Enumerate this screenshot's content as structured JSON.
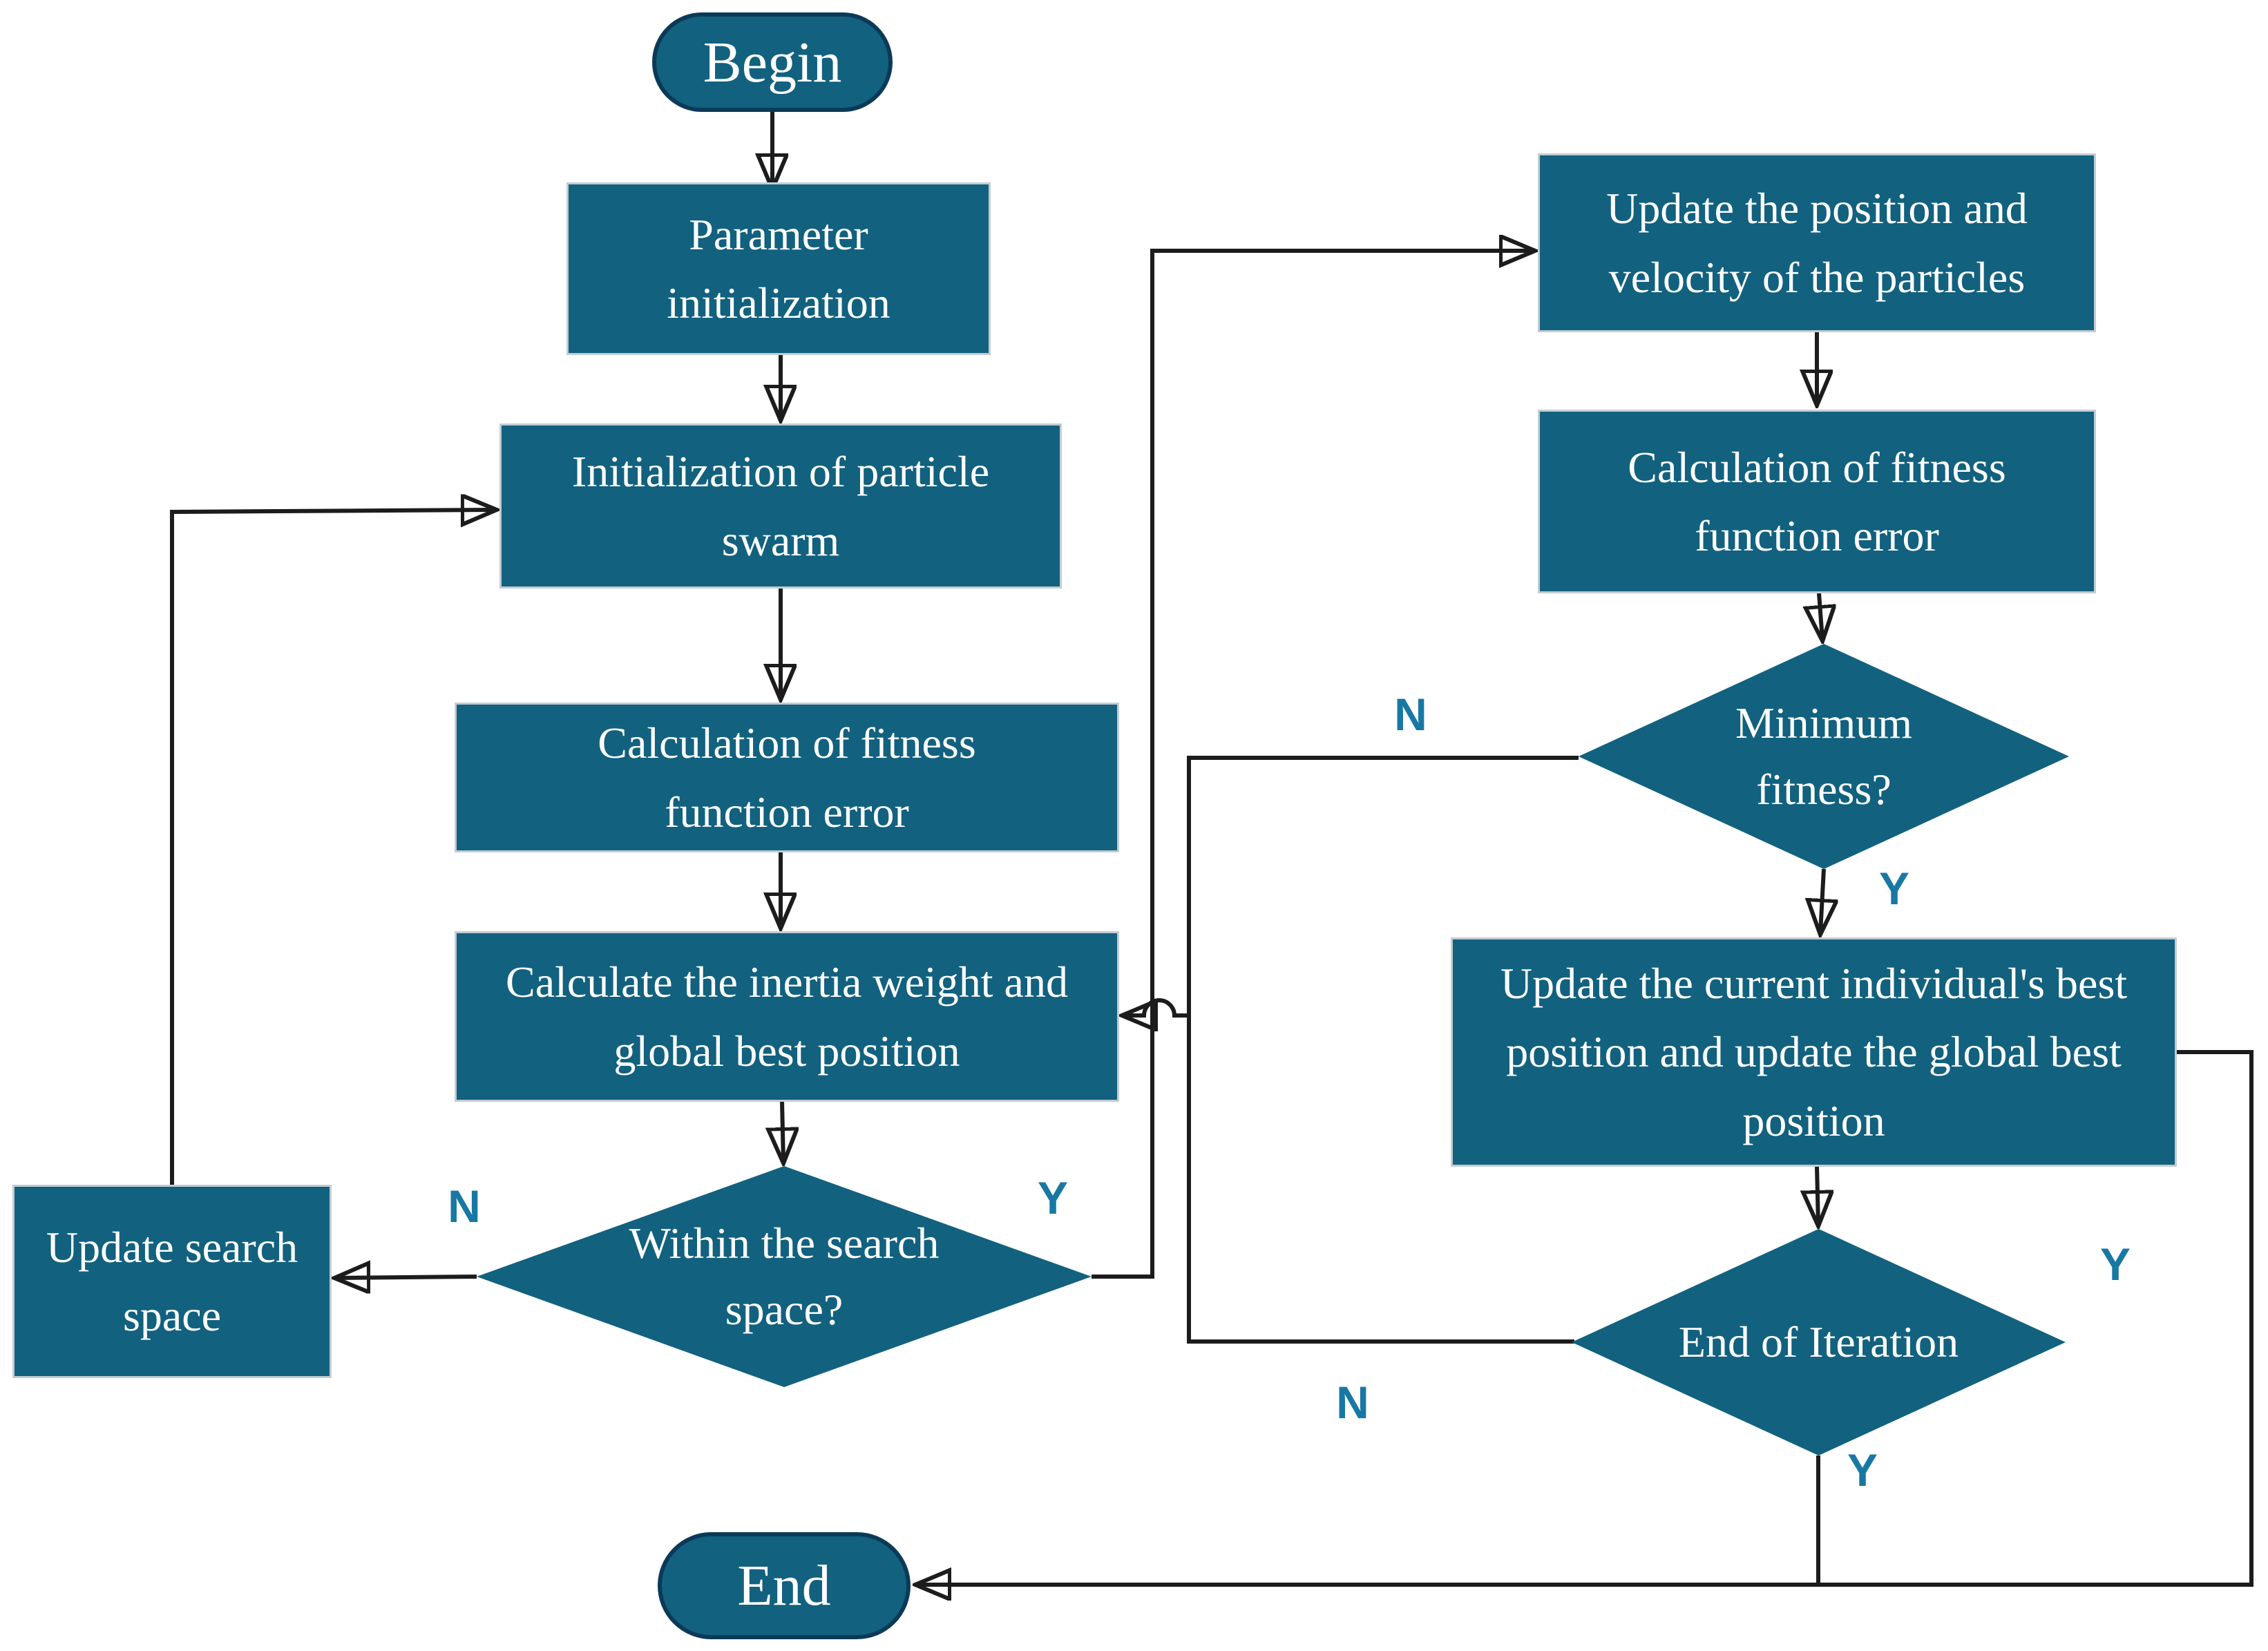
{
  "figure": {
    "type": "flowchart",
    "description": "Particle swarm optimization algorithm flowchart"
  },
  "colors": {
    "node_fill": "#12617F",
    "terminal_border": "#0b3a58",
    "rect_border": "#c3cdd2",
    "node_text": "#ffffff",
    "connector_line": "#1c1c1c",
    "branch_label": "#1878A4",
    "background": "#ffffff"
  },
  "nodes": {
    "begin": {
      "label": "Begin"
    },
    "param_init": {
      "label": "Parameter initialization"
    },
    "init_swarm": {
      "label": "Initialization of particle swarm"
    },
    "calc_fitness_left": {
      "label": "Calculation of fitness function error"
    },
    "calc_inertia": {
      "label": "Calculate the inertia weight and global best position"
    },
    "within_search": {
      "label": "Within the search space?"
    },
    "update_search": {
      "label": "Update search space"
    },
    "update_pos_vel": {
      "label": "Update the position and velocity of the particles"
    },
    "calc_fitness_right": {
      "label": "Calculation of fitness function error"
    },
    "min_fitness": {
      "label": "Minimum fitness?"
    },
    "update_best": {
      "label": "Update the current individual's best position and update the global best position"
    },
    "end_iteration": {
      "label": "End of Iteration"
    },
    "end": {
      "label": "End"
    }
  },
  "edge_labels": {
    "within_search_n": "N",
    "within_search_y": "Y",
    "min_fitness_n": "N",
    "min_fitness_y": "Y",
    "end_iteration_y_right": "Y",
    "end_iteration_y_bottom": "Y",
    "end_iteration_n": "N"
  }
}
